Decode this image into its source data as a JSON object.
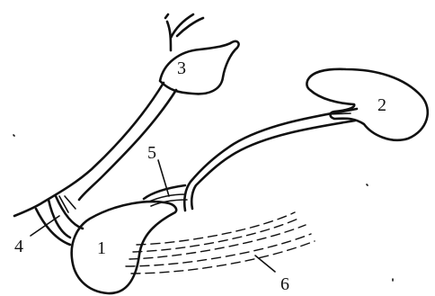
{
  "diagram": {
    "labels": [
      {
        "id": "1",
        "text": "1"
      },
      {
        "id": "2",
        "text": "2"
      },
      {
        "id": "3",
        "text": "3"
      },
      {
        "id": "4",
        "text": "4"
      },
      {
        "id": "5",
        "text": "5"
      },
      {
        "id": "6",
        "text": "6"
      }
    ]
  }
}
